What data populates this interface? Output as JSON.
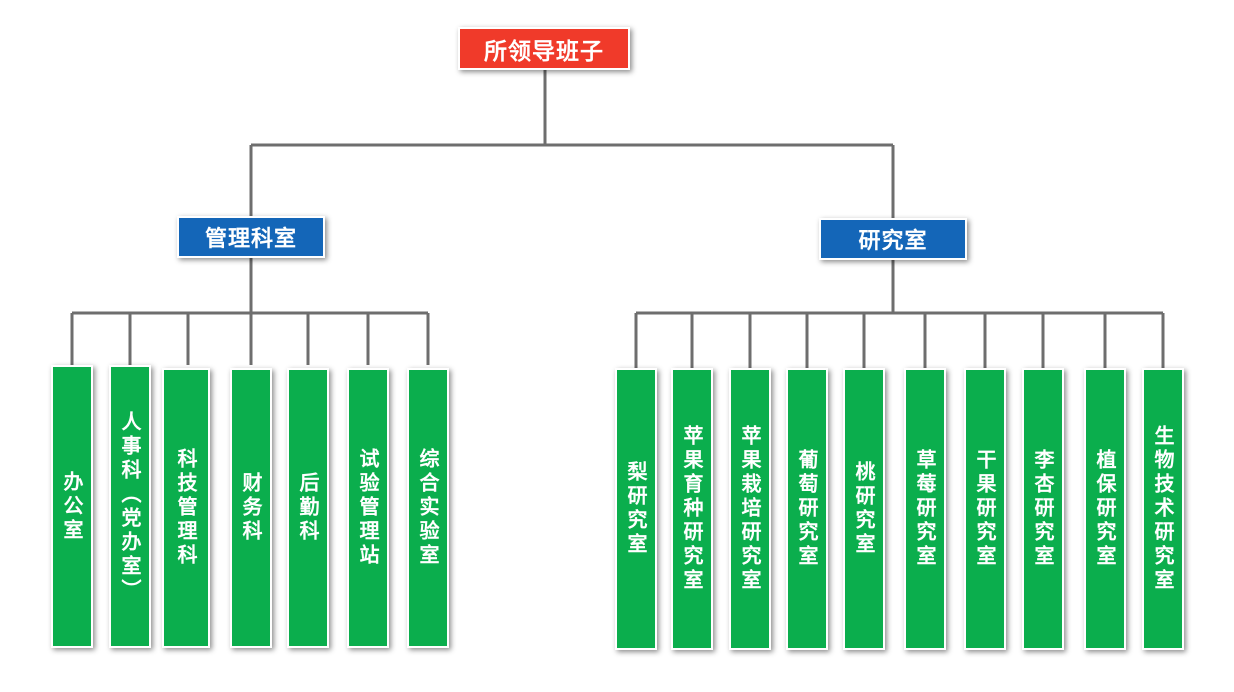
{
  "root": {
    "label": "所领导班子"
  },
  "management": {
    "label": "管理科室",
    "items": [
      "办公室",
      "人事科（党办室）",
      "科技管理科",
      "财务科",
      "后勤科",
      "试验管理站",
      "综合实验室"
    ]
  },
  "research": {
    "label": "研究室",
    "items": [
      "梨研究室",
      "苹果育种研究室",
      "苹果栽培研究室",
      "葡萄研究室",
      "桃研究室",
      "草莓研究室",
      "干果研究室",
      "李杏研究室",
      "植保研究室",
      "生物技术研究室"
    ]
  },
  "colors": {
    "root": "#f03a2a",
    "department": "#1466b8",
    "unit": "#0bae4d",
    "connector": "#6e6e6e"
  }
}
